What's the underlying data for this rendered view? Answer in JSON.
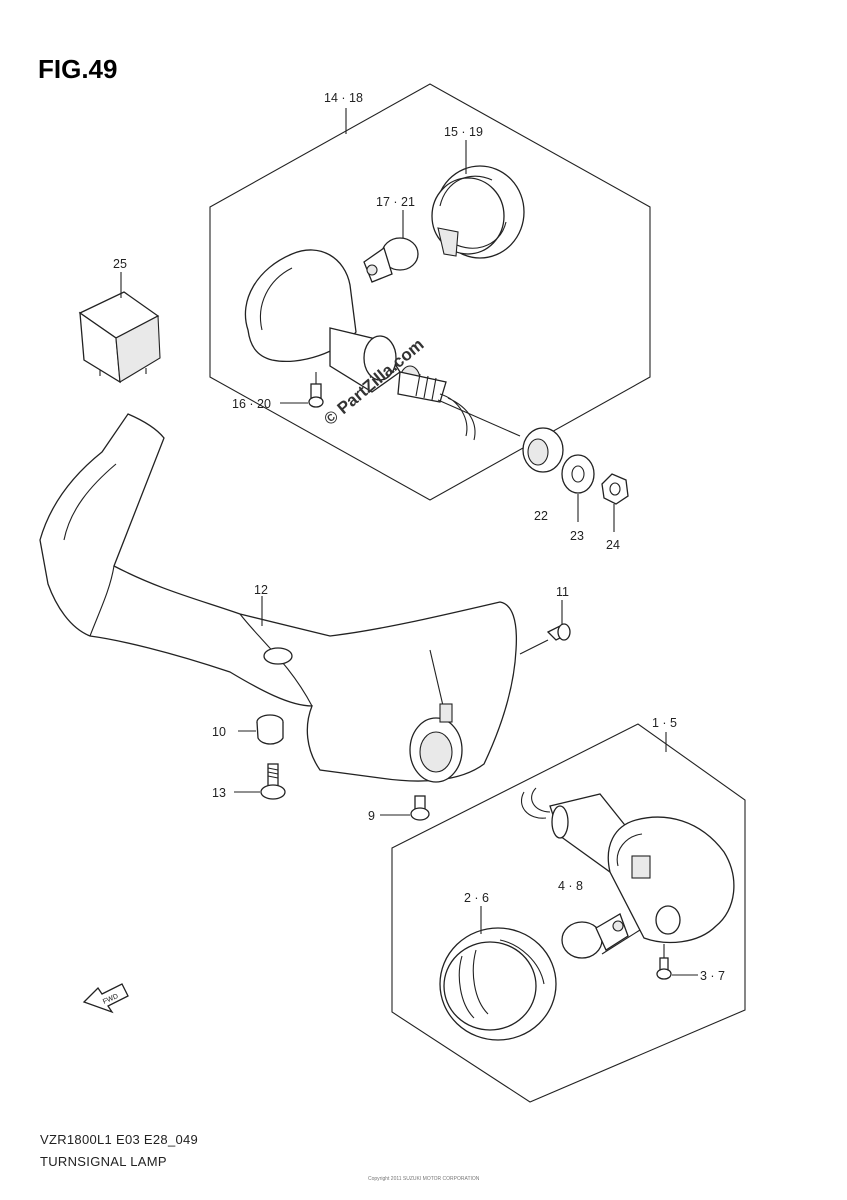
{
  "figure": {
    "title": "FIG.49",
    "model_code": "VZR1800L1 E03 E28_049",
    "subtitle": "TURNSIGNAL LAMP",
    "watermark": "© PartZilla.com",
    "fine_print": "Copyright 2011 SUZUKI MOTOR CORPORATION",
    "fwd_label": "FWD"
  },
  "callouts": {
    "c14_18": "14 · 18",
    "c15_19": "15 · 19",
    "c17_21": "17 · 21",
    "c16_20": "16 · 20",
    "c25": "25",
    "c22": "22",
    "c23": "23",
    "c24": "24",
    "c12": "12",
    "c11": "11",
    "c10": "10",
    "c13": "13",
    "c9": "9",
    "c1_5": "1 · 5",
    "c4_8": "4 · 8",
    "c2_6": "2 · 6",
    "c3_7": "3 · 7"
  }
}
